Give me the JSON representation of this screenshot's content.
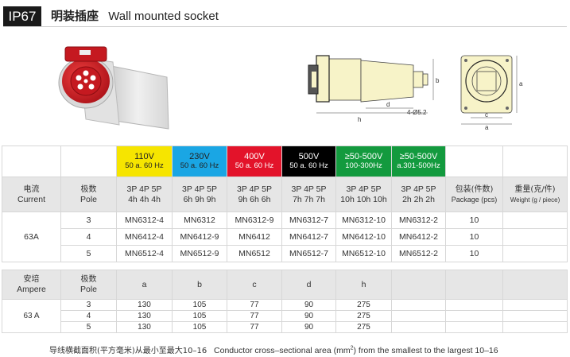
{
  "badge": "IP67",
  "title_cn": "明装插座",
  "title_en": "Wall mounted socket",
  "drawing_labels": {
    "a": "a",
    "b": "b",
    "c": "c",
    "d": "d",
    "h": "h",
    "holes": "4-Ø5.2"
  },
  "voltages": [
    {
      "v": "110V",
      "f": "50 a. 60 Hz",
      "color": "#f6e500",
      "text": "#222222"
    },
    {
      "v": "230V",
      "f": "50 a. 60 Hz",
      "color": "#1aa6e4",
      "text": "#222222"
    },
    {
      "v": "400V",
      "f": "50 a. 60 Hz",
      "color": "#e3132a",
      "text": "#ffffff"
    },
    {
      "v": "500V",
      "f": "50 a. 60 Hz",
      "color": "#000000",
      "text": "#ffffff"
    },
    {
      "v": "≥50-500V",
      "f": "100-300Hz",
      "color": "#139a3e",
      "text": "#ffffff"
    },
    {
      "v": "≥50-500V",
      "f": "a.301-500Hz",
      "color": "#139a3e",
      "text": "#ffffff"
    }
  ],
  "spec_header": {
    "current_cn": "电流",
    "current_en": "Current",
    "pole_cn": "极数",
    "pole_en": "Pole",
    "poles": [
      "3P 4P 5P\n4h 4h 4h",
      "3P 4P 5P\n6h 9h 9h",
      "3P 4P 5P\n9h 6h 6h",
      "3P 4P 5P\n7h 7h 7h",
      "3P 4P 5P\n10h 10h 10h",
      "3P 4P 5P\n2h 2h 2h"
    ],
    "package_cn": "包装(件数)",
    "package_en": "Package (pcs)",
    "weight_cn": "重量(克/件)",
    "weight_en": "Weight (g / piece)"
  },
  "spec_rows": [
    {
      "current": "63A",
      "pole": "3",
      "models": [
        "MN6312-4",
        "MN6312",
        "MN6312-9",
        "MN6312-7",
        "MN6312-10",
        "MN6312-2"
      ],
      "package": "10",
      "weight": ""
    },
    {
      "current": "",
      "pole": "4",
      "models": [
        "MN6412-4",
        "MN6412-9",
        "MN6412",
        "MN6412-7",
        "MN6412-10",
        "MN6412-2"
      ],
      "package": "10",
      "weight": ""
    },
    {
      "current": "",
      "pole": "5",
      "models": [
        "MN6512-4",
        "MN6512-9",
        "MN6512",
        "MN6512-7",
        "MN6512-10",
        "MN6512-2"
      ],
      "package": "10",
      "weight": ""
    }
  ],
  "dim_header": {
    "ampere_cn": "安培",
    "ampere_en": "Ampere",
    "pole_cn": "极数",
    "pole_en": "Pole",
    "cols": [
      "a",
      "b",
      "c",
      "d",
      "h"
    ]
  },
  "dim_rows": [
    {
      "ampere": "63 A",
      "pole": "3",
      "vals": [
        "130",
        "105",
        "77",
        "90",
        "275"
      ]
    },
    {
      "ampere": "",
      "pole": "4",
      "vals": [
        "130",
        "105",
        "77",
        "90",
        "275"
      ]
    },
    {
      "ampere": "",
      "pole": "5",
      "vals": [
        "130",
        "105",
        "77",
        "90",
        "275"
      ]
    }
  ],
  "footer": {
    "cn": "导线横截面积(平方毫米)从最小至最大10–16",
    "en_pre": "Conductor cross–sectional area (mm",
    "sup": "2",
    "en_post": ") from the smallest to the largest 10–16"
  }
}
